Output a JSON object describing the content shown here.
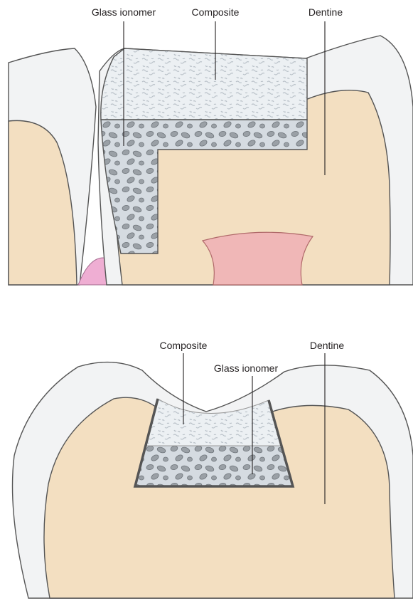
{
  "colors": {
    "enamel": "#f2f3f4",
    "dentine": "#f3dfc1",
    "composite": "#ecf0f3",
    "glass_ionomer": "#d5dbe1",
    "particle": "#9aa0a6",
    "pulp": "#f0b7b7",
    "gingiva": "#efaed3"
  },
  "top_figure": {
    "labels": {
      "glass_ionomer": "Glass ionomer",
      "composite": "Composite",
      "dentine": "Dentine"
    }
  },
  "bottom_figure": {
    "labels": {
      "composite": "Composite",
      "glass_ionomer": "Glass ionomer",
      "dentine": "Dentine"
    }
  }
}
